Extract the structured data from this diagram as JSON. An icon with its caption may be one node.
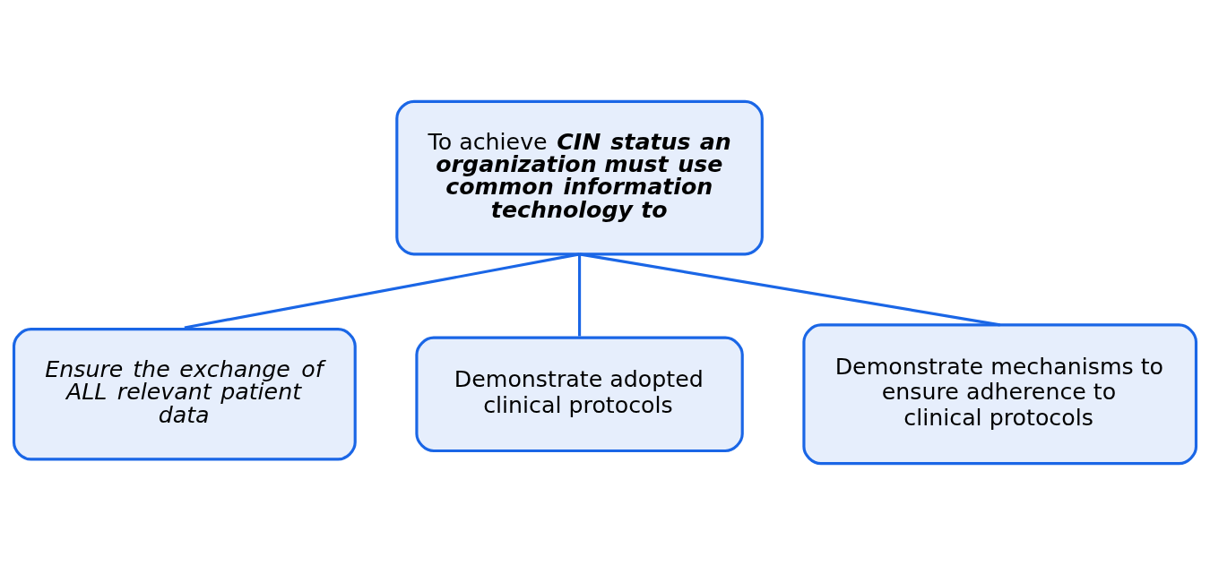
{
  "diagram": {
    "nodes": [
      {
        "text": [
          "To achieve **CIN status an organization must use common information technology to**"
        ]
      },
      {
        "text": [
          "Ensure the exchange of ALL relevant patient data"
        ]
      },
      {
        "text": [
          "Demonstrate adopted clinical protocols"
        ]
      },
      {
        "text": [
          "Demonstrate mechanisms to ensure adherence to clinical protocols"
        ]
      }
    ],
    "edges": [
      {
        "from": 0,
        "to": 1,
        "arrow": "none"
      },
      {
        "from": 0,
        "to": 2,
        "arrow": "none"
      },
      {
        "from": 0,
        "to": 3,
        "arrow": "none"
      }
    ]
  }
}
